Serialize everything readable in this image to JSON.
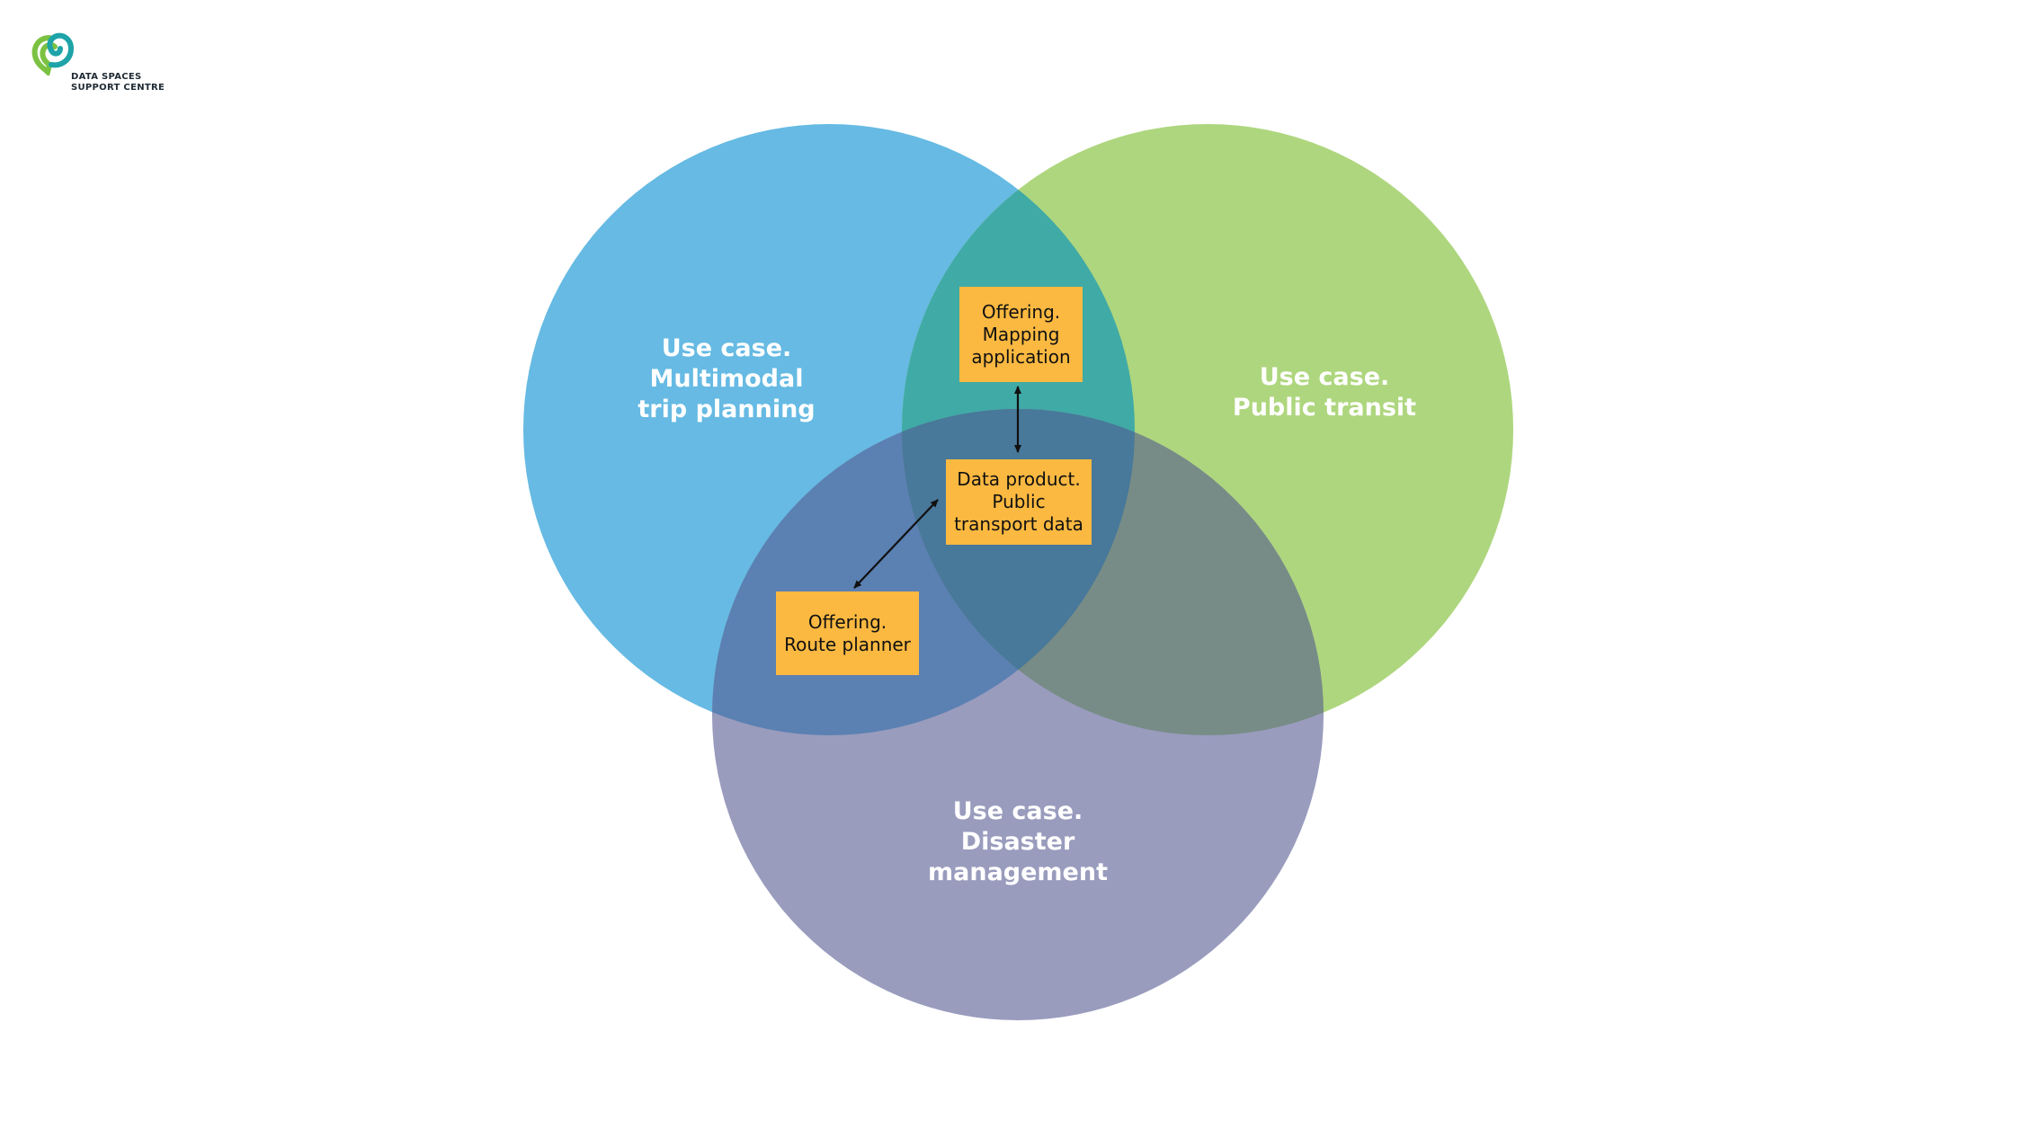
{
  "logo": {
    "line1": "DATA SPACES",
    "line2": "SUPPORT CENTRE",
    "colors": {
      "green": "#7cc242",
      "teal": "#1ea3a8"
    }
  },
  "circles": [
    {
      "id": "multimodal",
      "lines": [
        "Use case.",
        "Multimodal",
        "trip planning"
      ],
      "color": "#66bae3"
    },
    {
      "id": "transit",
      "lines": [
        "Use case.",
        "Public transit"
      ],
      "color": "#aed67e"
    },
    {
      "id": "disaster",
      "lines": [
        "Use case.",
        "Disaster",
        "management"
      ],
      "color": "#999cbd"
    }
  ],
  "overlap_colors": {
    "multimodal_transit": "#40aaa6",
    "multimodal_disaster": "#5b80b2",
    "transit_disaster": "#778c86",
    "all_three": "#48789a"
  },
  "boxes": [
    {
      "id": "mapping",
      "lines": [
        "Offering.",
        "Mapping",
        "application"
      ]
    },
    {
      "id": "data-product",
      "lines": [
        "Data product.",
        "Public",
        "transport data"
      ]
    },
    {
      "id": "route-planner",
      "lines": [
        "Offering.",
        "Route planner"
      ]
    }
  ],
  "box_color": "#fbb941"
}
